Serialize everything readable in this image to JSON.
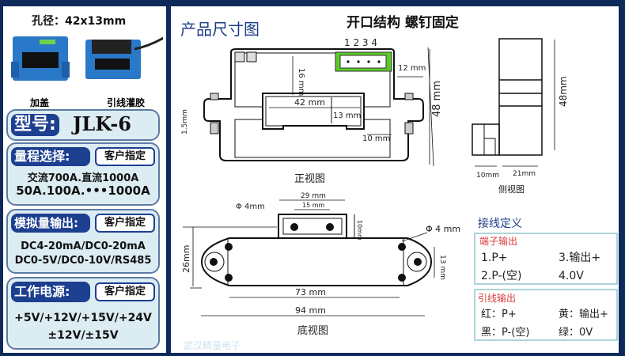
{
  "left": {
    "aperture": "孔径：42x13mm",
    "photo1_label": "加盖",
    "photo2_label": "引线灌胶",
    "model": {
      "tag": "型号:",
      "value": "JLK-6"
    },
    "range": {
      "tag": "量程选择:",
      "pill": "客户指定",
      "line1": "交流700A.直流1000A",
      "line2": "50A.100A.•••1000A"
    },
    "output": {
      "tag": "模拟量输出:",
      "pill": "客户指定",
      "line1": "DC4-20mA/DC0-20mA",
      "line2": "DC0-5V/DC0-10V/RS485"
    },
    "power": {
      "tag": "工作电源:",
      "pill": "客户指定",
      "line1": "+5V/+12V/+15V/+24V",
      "line2": "±12V/±15V"
    }
  },
  "right": {
    "section_title": "产品尺寸图",
    "headline": "开口结构  螺钉固定",
    "watermark": "武汉精量电子",
    "front": {
      "caption": "正视图",
      "pins": "1 2 3 4",
      "d12": "12 mm",
      "d16": "16 mm",
      "d42": "42 mm",
      "d13": "13 mm",
      "d10": "10 mm",
      "d1_5": "1.5mm",
      "d48": "48 mm"
    },
    "side": {
      "caption": "侧视图",
      "d48": "48mm",
      "d10": "10mm",
      "d21": "21mm"
    },
    "bottom": {
      "caption": "底视图",
      "d29": "29 mm",
      "d15": "15 mm",
      "phi1": "Φ 4mm",
      "d10": "10mm",
      "phi2": "Φ 4 mm",
      "d26": "26mm",
      "d13": "13 mm",
      "d73": "73 mm",
      "d94": "94 mm"
    },
    "wiring": {
      "title": "接线定义",
      "terminal": {
        "title": "端子输出",
        "r1c1": "1.P+",
        "r1c2": "3.输出+",
        "r2c1": "2.P-(空)",
        "r2c2": "4.0V"
      },
      "lead": {
        "title": "引线输出",
        "r1c1": "红：P+",
        "r1c2": "黄：输出+",
        "r2c1": "黑：P-(空)",
        "r2c2": "绿：0V"
      }
    }
  },
  "colors": {
    "navy": "#0d2a5a",
    "tag_blue": "#1c3f8f",
    "box_bg": "#dcecf3",
    "red": "#d83a3a",
    "connector_green": "#5ccb2a"
  }
}
